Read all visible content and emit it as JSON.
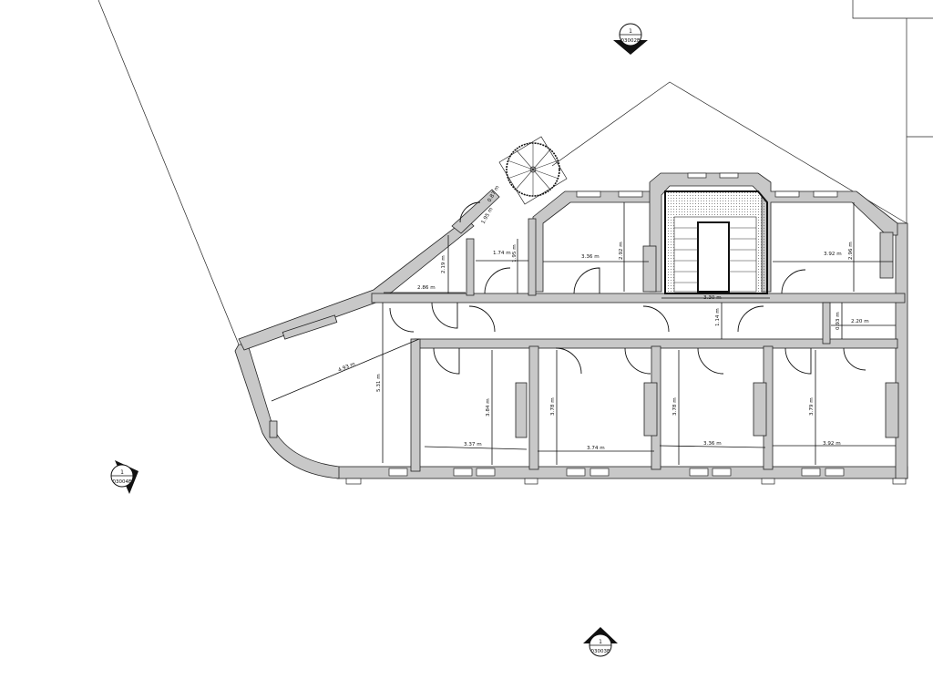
{
  "markers": [
    {
      "id": "top",
      "number": "1",
      "ref": "03002E"
    },
    {
      "id": "left",
      "number": "1",
      "ref": "03004E"
    },
    {
      "id": "bottom",
      "number": "1",
      "ref": "03003E"
    }
  ],
  "dimensions": {
    "d_087": "0.87 m",
    "d_195": "1.95 m",
    "d_174": "1.74 m",
    "d_195b": "1.95 m",
    "d_219": "2.19 m",
    "d_286": "2.86 m",
    "d_336a": "3.36 m",
    "d_292": "2.92 m",
    "d_330": "3.30 m",
    "d_114": "1.14 m",
    "d_392a": "3.92 m",
    "d_296": "2.96 m",
    "d_220": "2.20 m",
    "d_093": "0.93 m",
    "d_493": "4.93 m",
    "d_531": "5.31 m",
    "d_384": "3.84 m",
    "d_337": "3.37 m",
    "d_378a": "3.78 m",
    "d_374": "3.74 m",
    "d_378b": "3.78 m",
    "d_336b": "3.36 m",
    "d_379": "3.79 m",
    "d_392b": "3.92 m"
  }
}
